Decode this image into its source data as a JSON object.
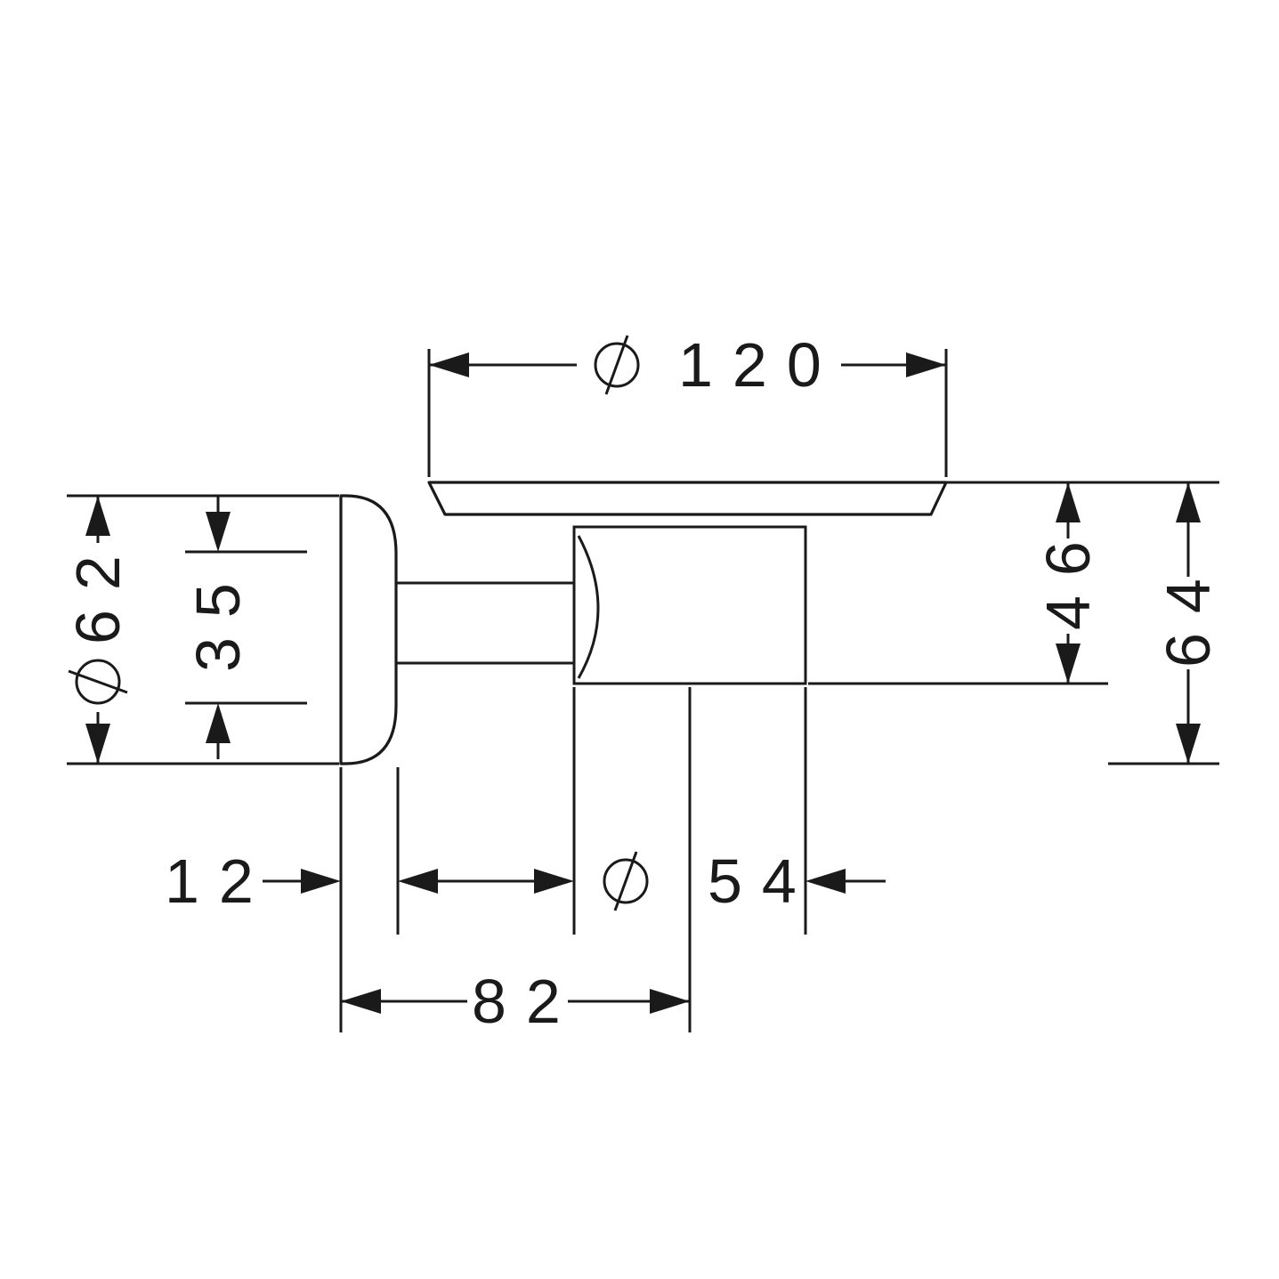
{
  "drawing": {
    "type": "technical-dimension-drawing",
    "subject": "wall-mounted soap dish holder, side view",
    "colors": {
      "line": "#1a1a1a",
      "background": "#ffffff"
    },
    "dimensions": {
      "dish_diameter": {
        "symbol": "⌀",
        "value": "120"
      },
      "plate_diameter": {
        "symbol": "⌀",
        "value": "62"
      },
      "arm_diameter": {
        "value": "35"
      },
      "cup_height": {
        "value": "46"
      },
      "total_height": {
        "value": "64"
      },
      "plate_thickness": {
        "value": "12"
      },
      "cup_diameter": {
        "symbol": "⌀",
        "value": "54"
      },
      "total_depth": {
        "value": "82"
      }
    }
  }
}
